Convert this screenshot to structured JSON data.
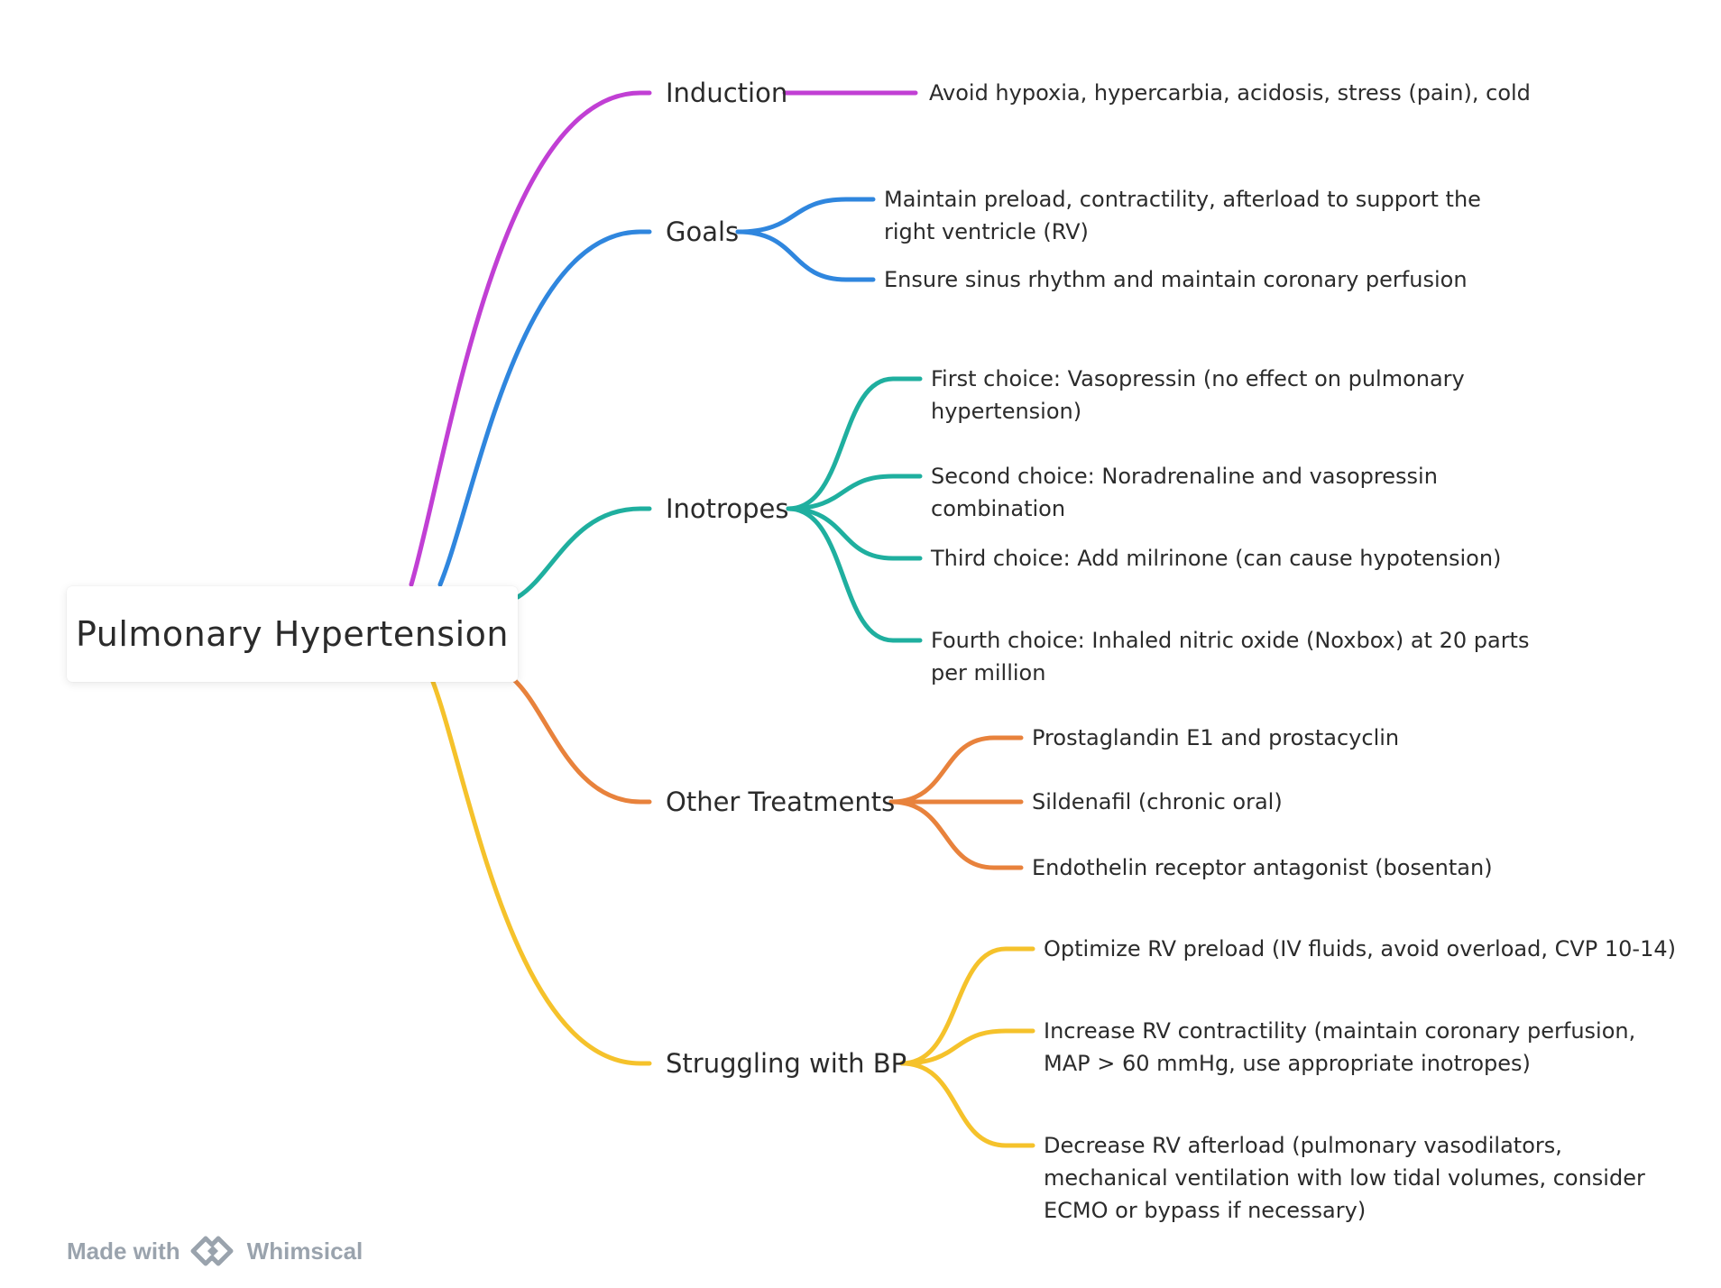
{
  "root": {
    "label": "Pulmonary Hypertension"
  },
  "branches": [
    {
      "label": "Induction",
      "color": "#c13fd4",
      "leaves": [
        [
          "Avoid hypoxia, hypercarbia, acidosis, stress (pain), cold"
        ]
      ]
    },
    {
      "label": "Goals",
      "color": "#2f86de",
      "leaves": [
        [
          "Maintain preload, contractility, afterload to support the",
          "right ventricle (RV)"
        ],
        [
          "Ensure sinus rhythm and maintain coronary perfusion"
        ]
      ]
    },
    {
      "label": "Inotropes",
      "color": "#1faf9f",
      "leaves": [
        [
          "First choice: Vasopressin (no effect on pulmonary",
          "hypertension)"
        ],
        [
          "Second choice: Noradrenaline and vasopressin",
          "combination"
        ],
        [
          "Third choice: Add milrinone (can cause hypotension)"
        ],
        [
          "Fourth choice: Inhaled nitric oxide (Noxbox) at 20 parts",
          "per million"
        ]
      ]
    },
    {
      "label": "Other Treatments",
      "color": "#e8823c",
      "leaves": [
        [
          "Prostaglandin E1 and prostacyclin"
        ],
        [
          "Sildenafil (chronic oral)"
        ],
        [
          "Endothelin receptor antagonist (bosentan)"
        ]
      ]
    },
    {
      "label": "Struggling with BP",
      "color": "#f5c22b",
      "leaves": [
        [
          "Optimize RV preload (IV fluids, avoid overload, CVP 10-14)"
        ],
        [
          "Increase RV contractility (maintain coronary perfusion,",
          "MAP > 60 mmHg, use appropriate inotropes)"
        ],
        [
          "Decrease RV afterload (pulmonary vasodilators,",
          "mechanical ventilation with low tidal volumes, consider",
          "ECMO or bypass if necessary)"
        ]
      ]
    }
  ],
  "footer": {
    "prefix": "Made with",
    "brand": "Whimsical",
    "logo_icon": "whimsical-logo-icon"
  }
}
